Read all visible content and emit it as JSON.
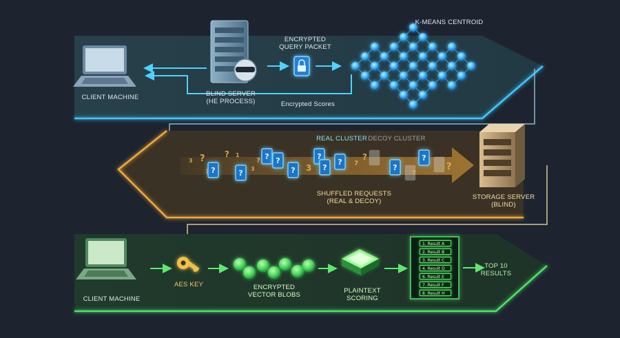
{
  "top_panel": {
    "client_label": "CLIENT MACHINE",
    "server_label": [
      "BLIND SERVER",
      "(HE PROCESS)"
    ],
    "packet_label": [
      "ENCRYPTED",
      "QUERY PACKET"
    ],
    "centroid_label": "K-MEANS CENTROID",
    "scores_label": "Encrypted Scores"
  },
  "middle_panel": {
    "real_label": "REAL CLUSTER",
    "decoy_label": "DECOY CLUSTER",
    "shuffle_label": [
      "SHUFFLED REQUESTS",
      "(REAL & DECOY)"
    ],
    "storage_label": [
      "STORAGE SERVER",
      "(BLIND)"
    ]
  },
  "bottom_panel": {
    "client_label": "CLIENT MACHINE",
    "key_label": "AES KEY",
    "blobs_label": [
      "ENCRYPTED",
      "VECTOR BLOBS"
    ],
    "scoring_label": [
      "PLAINTEXT",
      "SCORING"
    ],
    "results": [
      "1. Result A",
      "2. Result B",
      "3. Result C",
      "4. Result D",
      "6. Result E",
      "7. Result F",
      "8. Result H"
    ],
    "top_label": [
      "TOP 10",
      "RESULTS"
    ]
  },
  "colors": {
    "background": "#1d2430",
    "cyan": "#3fc8ff",
    "gold": "#f0a93a",
    "green": "#4fe36a"
  },
  "icons": {
    "client": "laptop-icon",
    "server": "server-icon",
    "packet": "padlock-icon",
    "key": "key-icon",
    "storage": "server-icon",
    "scoring": "chip-icon"
  }
}
